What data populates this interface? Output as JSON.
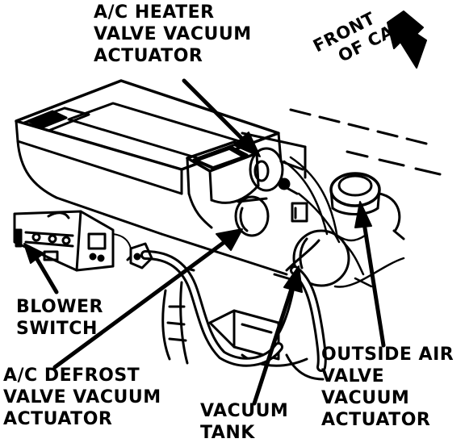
{
  "labels": {
    "heater_actuator": [
      "A/C HEATER",
      "VALVE VACUUM",
      "ACTUATOR"
    ],
    "front_of_car": [
      "FRONT",
      "OF CAR"
    ],
    "blower_switch": [
      "BLOWER",
      "SWITCH"
    ],
    "defrost_actuator": [
      "A/C DEFROST",
      "VALVE VACUUM",
      "ACTUATOR"
    ],
    "vacuum_tank": [
      "VACUUM",
      "TANK"
    ],
    "outside_air_actuator": [
      "OUTSIDE AIR",
      "VALVE",
      "VACUUM",
      "ACTUATOR"
    ]
  },
  "colors": {
    "ink": "#000000",
    "paper": "#ffffff"
  }
}
